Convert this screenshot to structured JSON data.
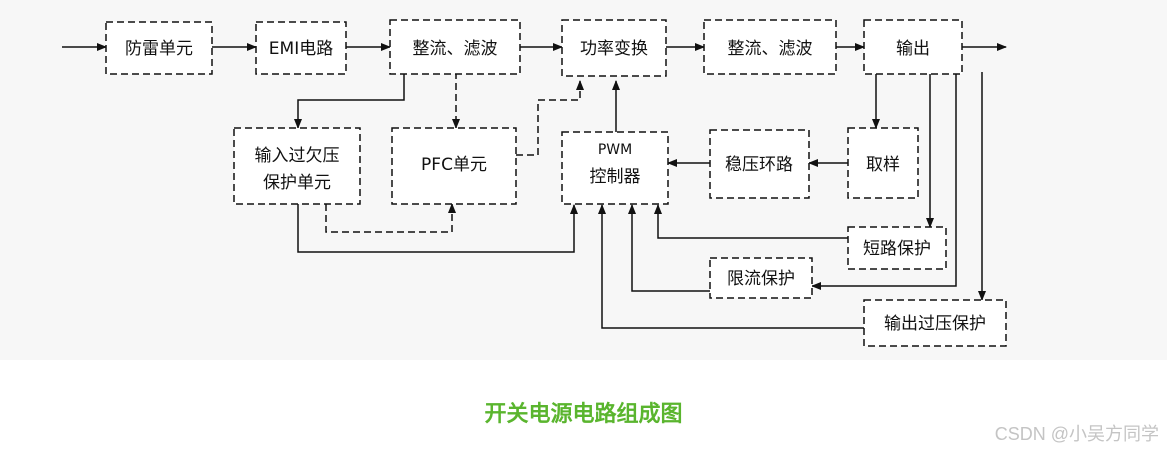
{
  "colors": {
    "caption": "#5ab52e",
    "watermark": "#c4c4c4",
    "line": "#111111",
    "canvas": "#f7f7f7"
  },
  "blocks": {
    "surge": "防雷单元",
    "emi": "EMI电路",
    "rect1": "整流、滤波",
    "power": "功率变换",
    "rect2": "整流、滤波",
    "output": "输出",
    "ovuv": [
      "输入过欠压",
      "保护单元"
    ],
    "pfc": "PFC单元",
    "pwm": [
      "PWM",
      "控制器"
    ],
    "loop": "稳压环路",
    "sample": "取样",
    "short": "短路保护",
    "current": "限流保护",
    "ovp": "输出过压保护"
  },
  "caption": "开关电源电路组成图",
  "watermark": "CSDN @小吴方同学"
}
